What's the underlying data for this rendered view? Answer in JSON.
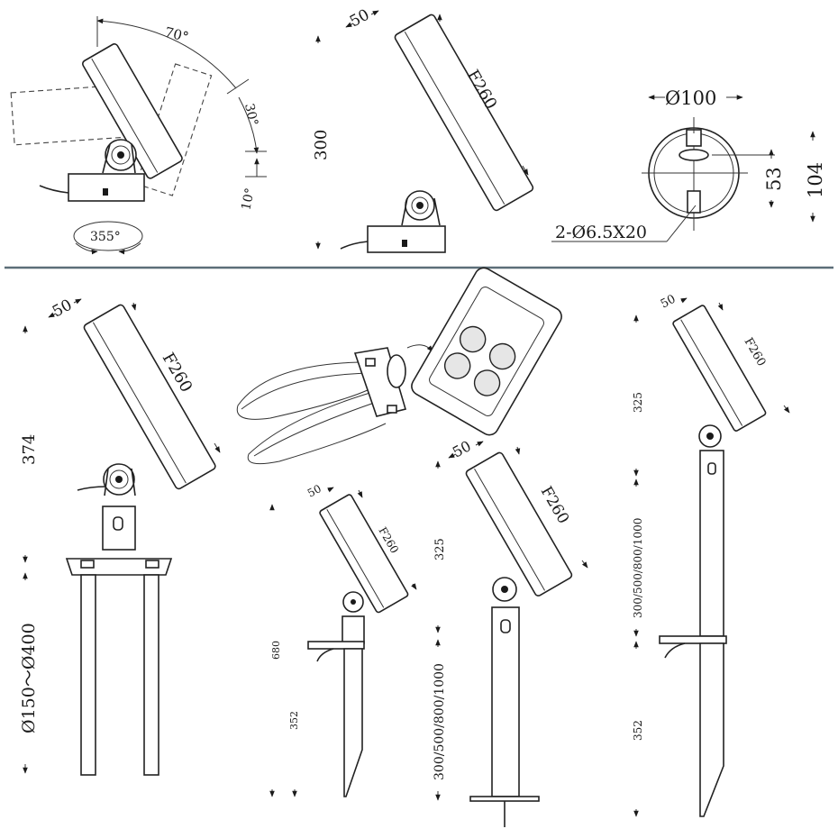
{
  "colors": {
    "line": "#222222",
    "separator": "#5c6e78",
    "background": "#ffffff"
  },
  "views": {
    "rotation": {
      "tilt_angle": "70°",
      "angle_30": "30°",
      "angle_10": "10°",
      "rotation_angle": "355°"
    },
    "side_base": {
      "width": "50",
      "height": "300",
      "size": "F260"
    },
    "top_mount": {
      "diameter": "Ø100",
      "height_inner": "53",
      "height_outer": "104",
      "holes": "2-Ø6.5X20"
    },
    "yard_stake": {
      "width": "50",
      "size": "F260",
      "height": "374",
      "spread": "Ø150～Ø400"
    },
    "spike_small": {
      "width": "50",
      "size": "F260",
      "height_total": "680",
      "stake_length": "352"
    },
    "pole_ground": {
      "width": "50",
      "size": "F260",
      "head_height": "325",
      "pole_lengths": "300/500/800/1000"
    },
    "pole_spike": {
      "width": "50",
      "size": "F260",
      "head_height": "325",
      "pole_lengths": "300/500/800/1000",
      "stake_length": "352"
    }
  }
}
